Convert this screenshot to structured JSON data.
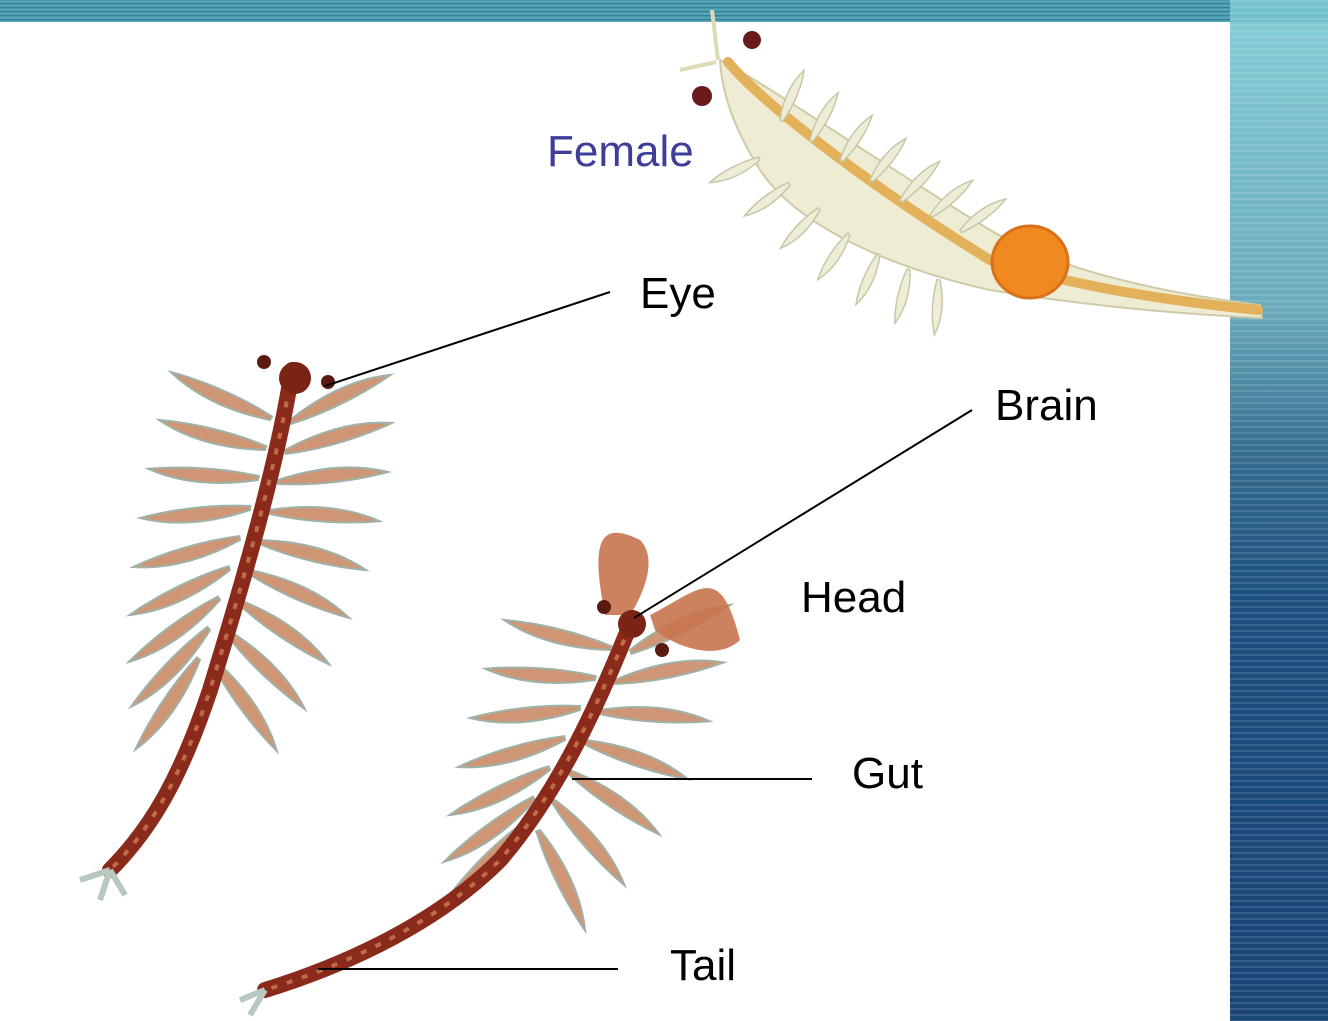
{
  "labels": {
    "female": "Female",
    "eye": "Eye",
    "brain": "Brain",
    "head": "Head",
    "gut": "Gut",
    "tail": "Tail"
  },
  "colors": {
    "female_label": "#3d3d9a",
    "label_text": "#000000",
    "body_dark": "#8a2a1a",
    "fan_color": "#c98a6a",
    "female_body": "#eae6c4",
    "eggs": "#f08a20",
    "background_band": "#1c4f7e"
  }
}
